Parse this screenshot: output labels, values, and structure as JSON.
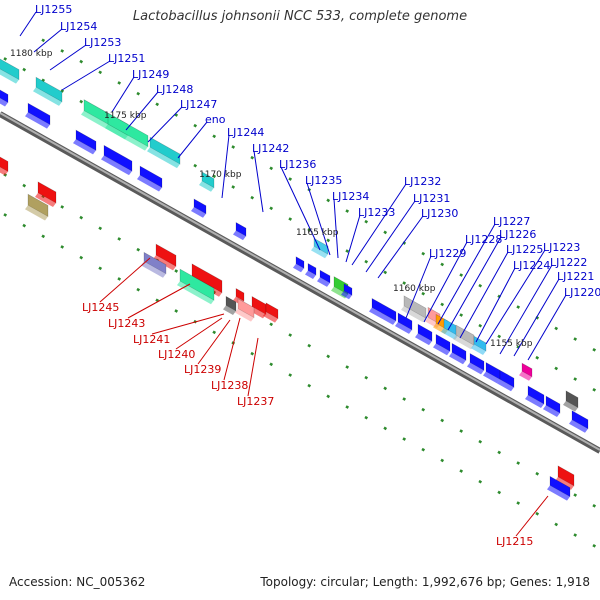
{
  "title": "Lactobacillus johnsonii NCC 533, complete genome",
  "footer": {
    "accession": "Accession: NC_005362",
    "summary": "Topology: circular; Length: 1,992,676 bp; Genes: 1,918"
  },
  "colors": {
    "backbone": "#8c8c8c",
    "forward_label": "#0000cc",
    "reverse_label": "#cc0000",
    "tick": "#2e8b2e",
    "kbp_label": "#222222"
  },
  "scale": {
    "unit": "kbp",
    "ticks": [
      "1180 kbp",
      "1175 kbp",
      "1170 kbp",
      "1165 kbp",
      "1160 kbp",
      "1155 kbp"
    ]
  },
  "forward_genes": [
    "LJ1255",
    "LJ1254",
    "LJ1253",
    "LJ1251",
    "LJ1249",
    "LJ1248",
    "LJ1247",
    "eno",
    "LJ1244",
    "LJ1242",
    "LJ1236",
    "LJ1235",
    "LJ1234",
    "LJ1233",
    "LJ1232",
    "LJ1231",
    "LJ1230",
    "LJ1229",
    "LJ1228",
    "LJ1227",
    "LJ1226",
    "LJ1225",
    "LJ1224",
    "LJ1223",
    "LJ1222",
    "LJ1221",
    "LJ1220"
  ],
  "reverse_genes": [
    "LJ1245",
    "LJ1243",
    "LJ1241",
    "LJ1240",
    "LJ1239",
    "LJ1238",
    "LJ1237",
    "LJ1215"
  ]
}
